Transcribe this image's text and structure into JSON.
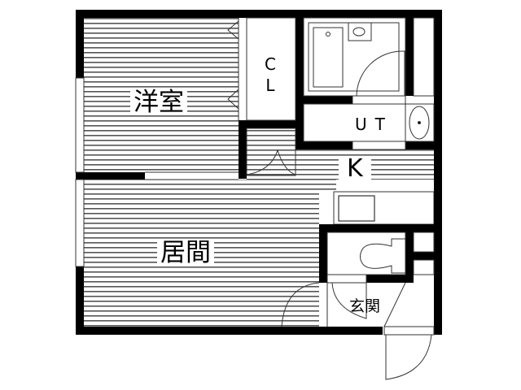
{
  "floorplan": {
    "rooms": {
      "western_room": {
        "label": "洋室"
      },
      "closet": {
        "label_line1": "C",
        "label_line2": "L"
      },
      "utility": {
        "label": "UT"
      },
      "kitchen": {
        "label": "K"
      },
      "living_room": {
        "label": "居間"
      },
      "entrance": {
        "label": "玄関"
      }
    },
    "colors": {
      "wall": "#000000",
      "floor_stripe": "#555555",
      "background": "#ffffff",
      "fixture_line": "#333333"
    }
  }
}
